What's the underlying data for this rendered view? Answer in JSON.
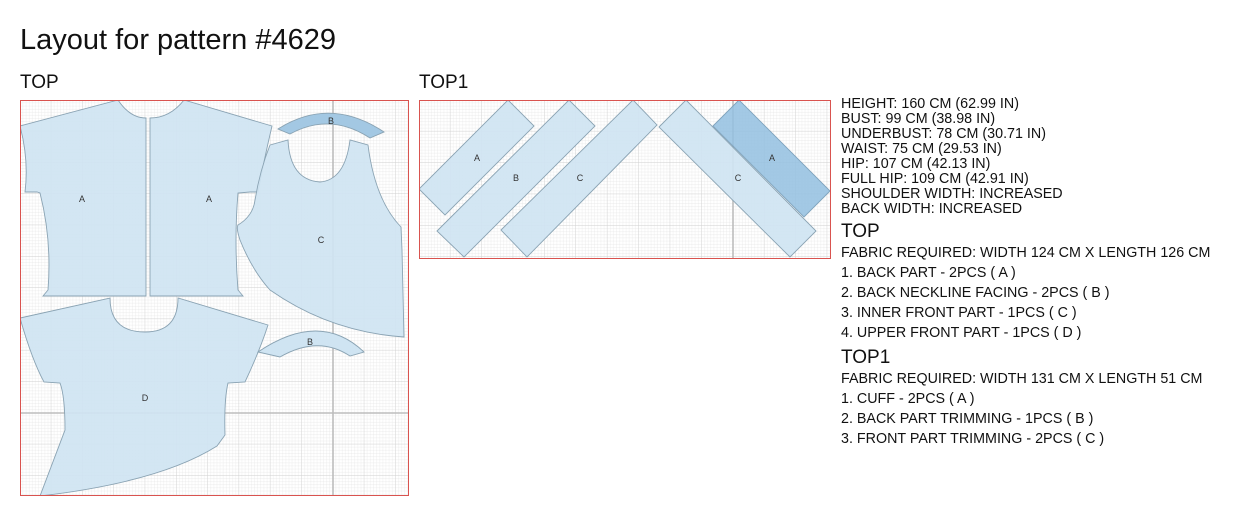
{
  "page": {
    "title": "Layout for pattern #4629"
  },
  "layouts": [
    {
      "id": "top",
      "label": "TOP",
      "fabric_cm": {
        "width": 124,
        "length": 126
      },
      "pieces": [
        {
          "letter": "A",
          "color": "#cfe4f2"
        },
        {
          "letter": "A",
          "color": "#cfe4f2"
        },
        {
          "letter": "B",
          "color": "#a3c8e3"
        },
        {
          "letter": "C",
          "color": "#cfe4f2"
        },
        {
          "letter": "D",
          "color": "#cfe4f2"
        },
        {
          "letter": "B",
          "color": "#cfe4f2"
        }
      ]
    },
    {
      "id": "top1",
      "label": "TOP1",
      "fabric_cm": {
        "width": 131,
        "length": 51
      },
      "pieces": [
        {
          "letter": "A",
          "color": "#cfe4f2"
        },
        {
          "letter": "B",
          "color": "#cfe4f2"
        },
        {
          "letter": "C",
          "color": "#cfe4f2"
        },
        {
          "letter": "C",
          "color": "#cfe4f2"
        },
        {
          "letter": "A",
          "color": "#93bfe0"
        }
      ]
    }
  ],
  "measurements": [
    "HEIGHT: 160 CM (62.99 IN)",
    "BUST: 99 CM (38.98 IN)",
    "UNDERBUST: 78 CM (30.71 IN)",
    "WAIST: 75 CM (29.53 IN)",
    "HIP: 107 CM (42.13 IN)",
    "FULL HIP: 109 CM (42.91 IN)",
    "SHOULDER WIDTH: INCREASED",
    "BACK WIDTH: INCREASED"
  ],
  "sections": [
    {
      "title": "TOP",
      "fabric": "FABRIC REQUIRED: WIDTH 124 CM X LENGTH 126 CM",
      "items": [
        "1. BACK PART - 2PCS ( A )",
        "2. BACK NECKLINE FACING - 2PCS ( B )",
        "3. INNER FRONT PART - 1PCS ( C )",
        "4. UPPER FRONT PART - 1PCS ( D )"
      ]
    },
    {
      "title": "TOP1",
      "fabric": "FABRIC REQUIRED: WIDTH 131 CM X LENGTH 51 CM",
      "items": [
        "1. CUFF - 2PCS ( A )",
        "2. BACK PART TRIMMING - 1PCS ( B )",
        "3. FRONT PART TRIMMING - 2PCS ( C )"
      ]
    }
  ],
  "colors": {
    "piece_fill": "#cfe4f2",
    "piece_fill_dark": "#93bfe0",
    "piece_stroke": "#8aa3b3",
    "fabric_border": "#d9534f",
    "grid_minor": "#e4e4e4",
    "grid_medium": "#cfcfcf",
    "grid_major": "#b8b8b8"
  }
}
